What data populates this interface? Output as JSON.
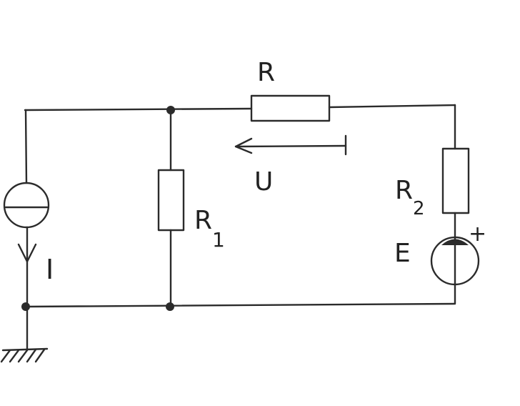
{
  "labels": {
    "top_resistor": "R",
    "left_resistor": "R",
    "left_resistor_subscript": "1",
    "right_resistor": "R",
    "right_resistor_subscript": "2",
    "voltage": "U",
    "current": "I",
    "emf": "E",
    "emf_polarity": "+"
  },
  "colors": {
    "ink": "#2b2b2b",
    "paper": "#ffffff"
  }
}
